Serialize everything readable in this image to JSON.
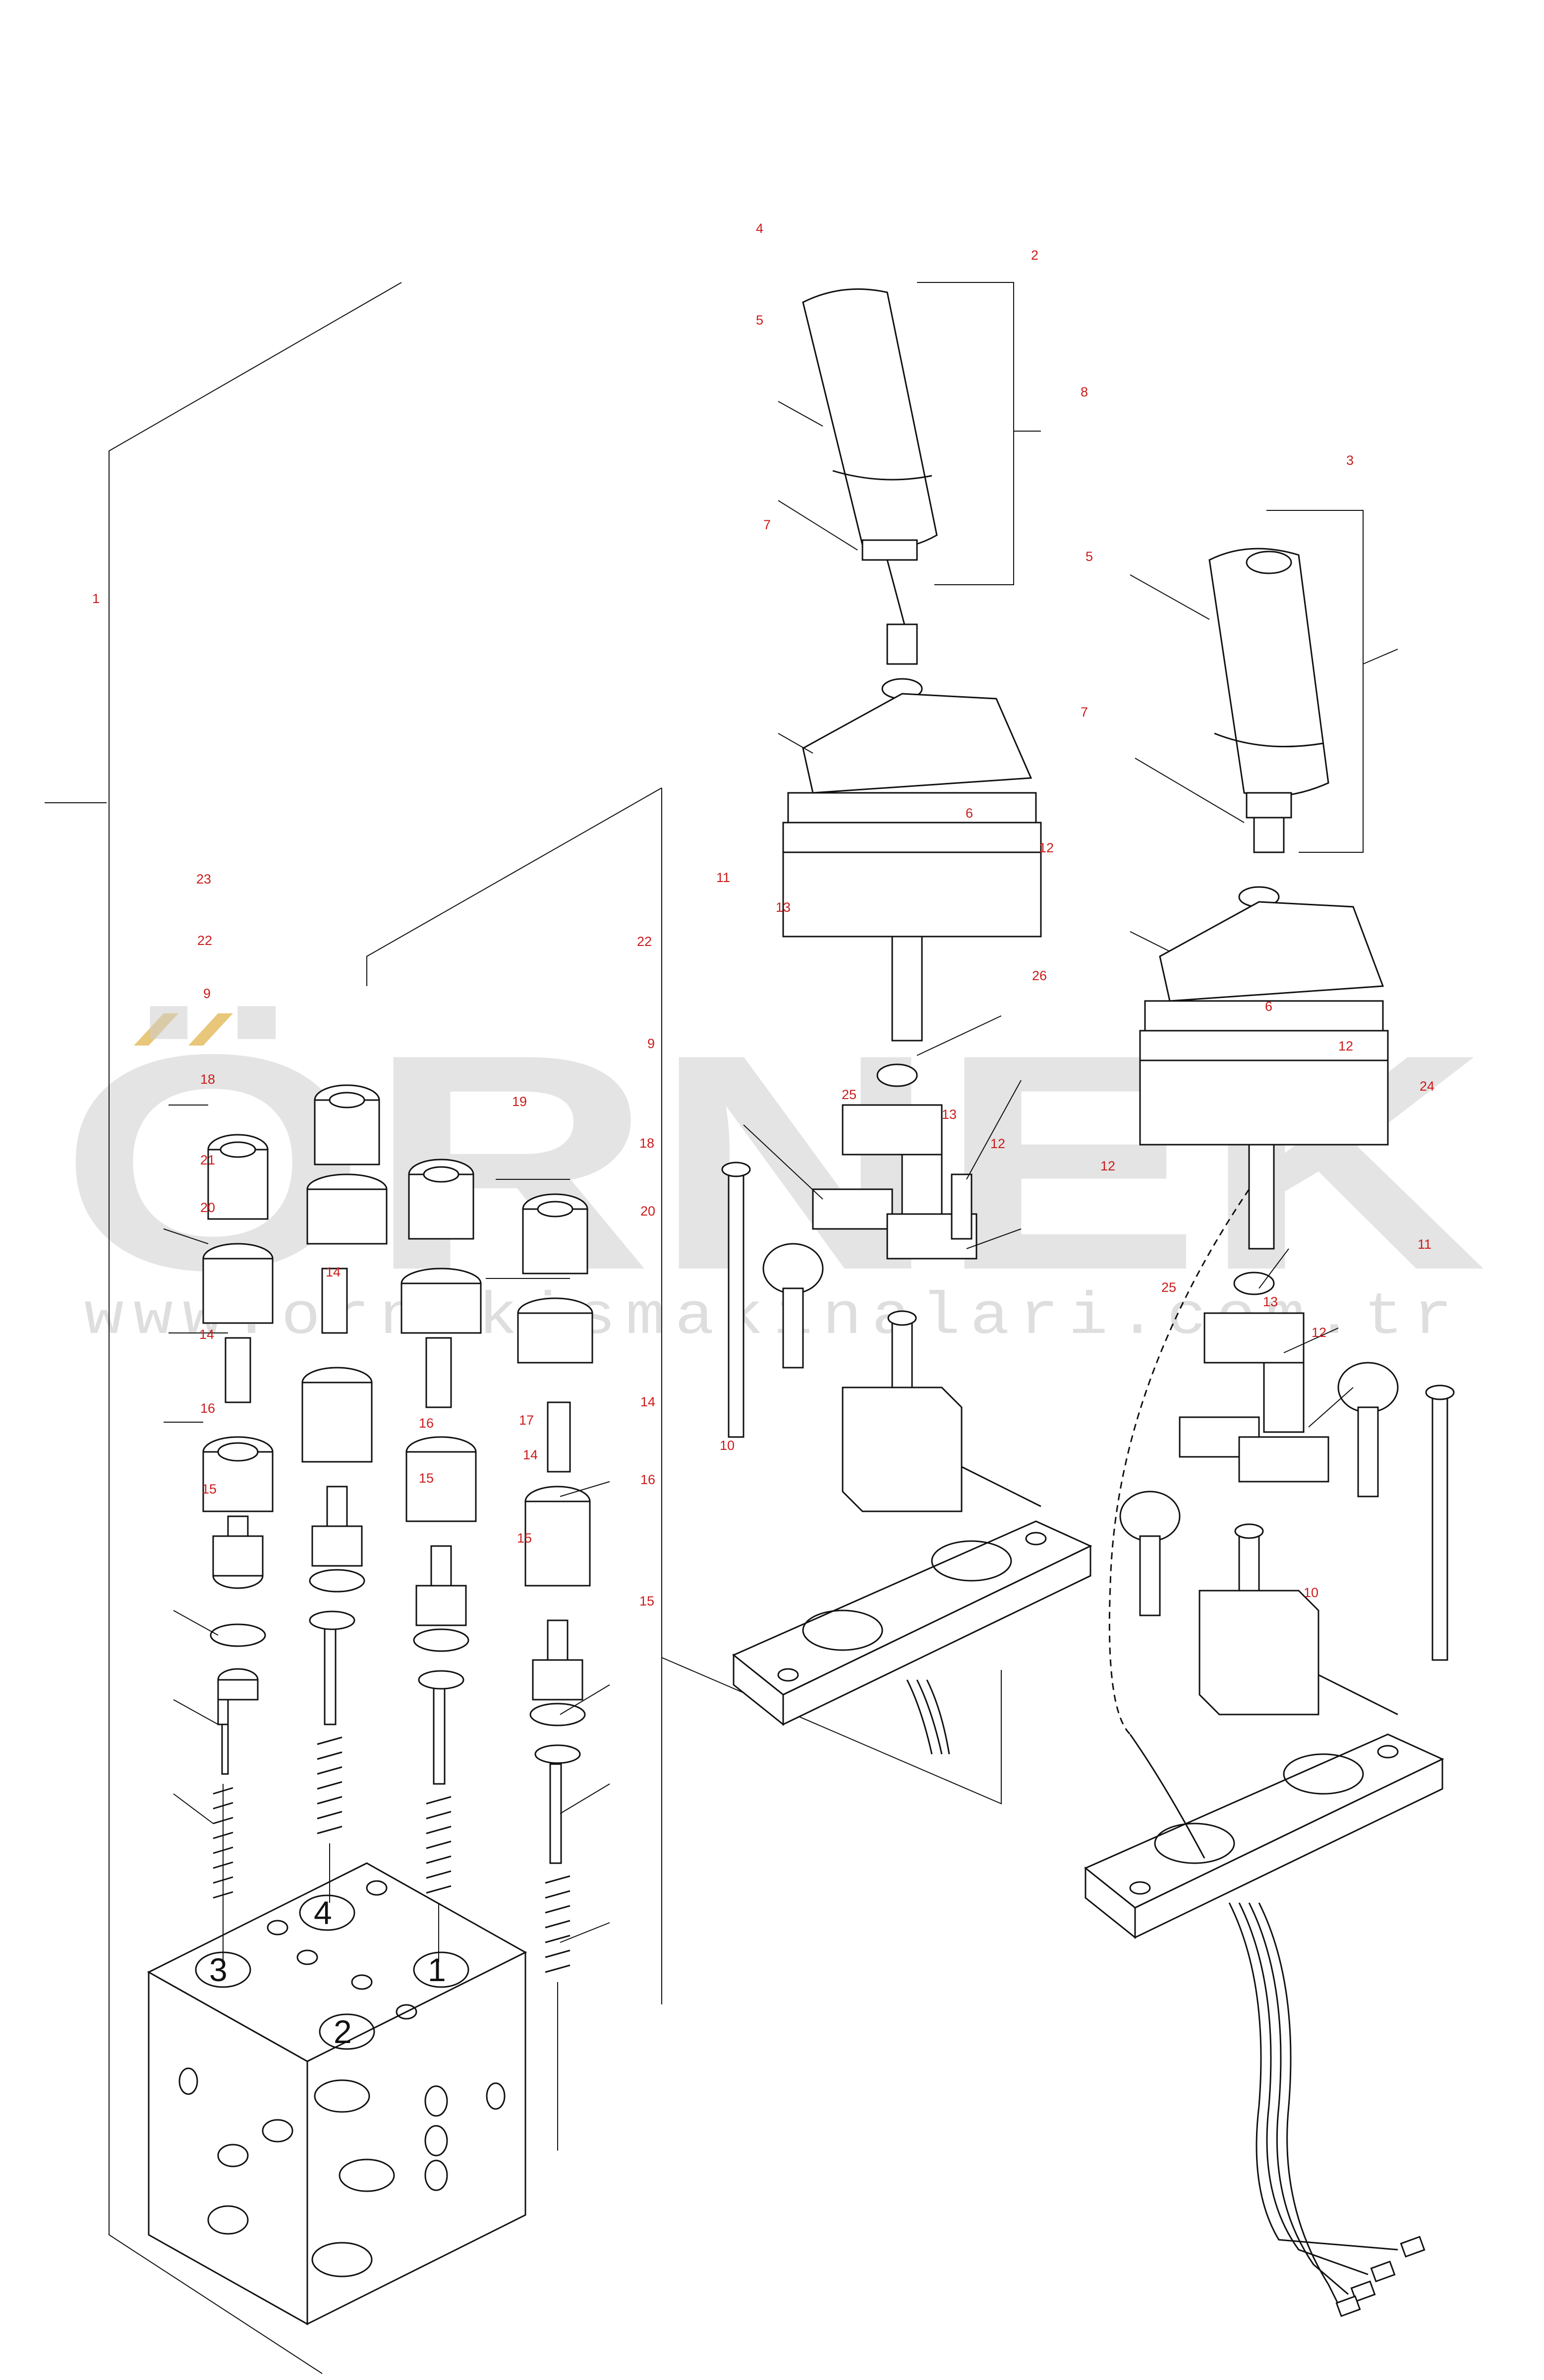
{
  "watermark": {
    "brand": "ÖRNEK",
    "url": "www.ornekismakinalari.com.tr",
    "accent": "#e8c77a"
  },
  "ports": [
    "1",
    "2",
    "3",
    "4"
  ],
  "callouts": [
    {
      "id": "c-1",
      "text": "1"
    },
    {
      "id": "c-2",
      "text": "2"
    },
    {
      "id": "c-3",
      "text": "3"
    },
    {
      "id": "c-4",
      "text": "4"
    },
    {
      "id": "c-5a",
      "text": "5"
    },
    {
      "id": "c-5b",
      "text": "5"
    },
    {
      "id": "c-6a",
      "text": "6"
    },
    {
      "id": "c-6b",
      "text": "6"
    },
    {
      "id": "c-7a",
      "text": "7"
    },
    {
      "id": "c-7b",
      "text": "7"
    },
    {
      "id": "c-8",
      "text": "8"
    },
    {
      "id": "c-9a",
      "text": "9"
    },
    {
      "id": "c-9b",
      "text": "9"
    },
    {
      "id": "c-10a",
      "text": "10"
    },
    {
      "id": "c-10b",
      "text": "10"
    },
    {
      "id": "c-11a",
      "text": "11"
    },
    {
      "id": "c-11b",
      "text": "11"
    },
    {
      "id": "c-12a",
      "text": "12"
    },
    {
      "id": "c-12b",
      "text": "12"
    },
    {
      "id": "c-12c",
      "text": "12"
    },
    {
      "id": "c-12d",
      "text": "12"
    },
    {
      "id": "c-12e",
      "text": "12"
    },
    {
      "id": "c-13a",
      "text": "13"
    },
    {
      "id": "c-13b",
      "text": "13"
    },
    {
      "id": "c-13c",
      "text": "13"
    },
    {
      "id": "c-14a",
      "text": "14"
    },
    {
      "id": "c-14b",
      "text": "14"
    },
    {
      "id": "c-14c",
      "text": "14"
    },
    {
      "id": "c-14d",
      "text": "14"
    },
    {
      "id": "c-15a",
      "text": "15"
    },
    {
      "id": "c-15b",
      "text": "15"
    },
    {
      "id": "c-15c",
      "text": "15"
    },
    {
      "id": "c-15d",
      "text": "15"
    },
    {
      "id": "c-16a",
      "text": "16"
    },
    {
      "id": "c-16b",
      "text": "16"
    },
    {
      "id": "c-16c",
      "text": "16"
    },
    {
      "id": "c-17",
      "text": "17"
    },
    {
      "id": "c-18a",
      "text": "18"
    },
    {
      "id": "c-18b",
      "text": "18"
    },
    {
      "id": "c-19",
      "text": "19"
    },
    {
      "id": "c-20a",
      "text": "20"
    },
    {
      "id": "c-20b",
      "text": "20"
    },
    {
      "id": "c-21",
      "text": "21"
    },
    {
      "id": "c-22a",
      "text": "22"
    },
    {
      "id": "c-22b",
      "text": "22"
    },
    {
      "id": "c-23",
      "text": "23"
    },
    {
      "id": "c-24",
      "text": "24"
    },
    {
      "id": "c-25a",
      "text": "25"
    },
    {
      "id": "c-25b",
      "text": "25"
    },
    {
      "id": "c-26",
      "text": "26"
    }
  ]
}
